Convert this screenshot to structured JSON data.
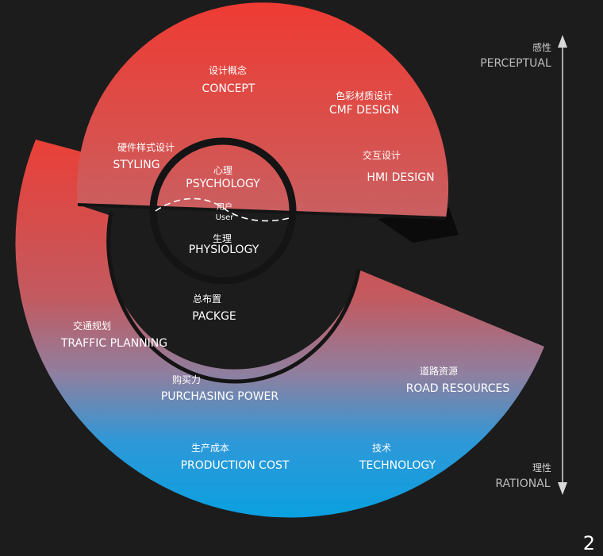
{
  "colors": {
    "background": "#1c1c1c",
    "gradient_top": "#ea4037",
    "gradient_mid": "#8f7f9f",
    "gradient_bottom": "#0aa0e0",
    "ring": "#141414",
    "arrow": "#d8d8d8"
  },
  "axis": {
    "top_zh": "感性",
    "top_en": "PERCEPTUAL",
    "bottom_zh": "理性",
    "bottom_en": "RATIONAL"
  },
  "center": {
    "psychology_zh": "心理",
    "psychology_en": "PSYCHOLOGY",
    "user_zh": "用户",
    "user_en": "User",
    "physiology_zh": "生理",
    "physiology_en": "PHYSIOLOGY"
  },
  "ring": {
    "package_zh": "总布置",
    "package_en": "PACKGE"
  },
  "segments": {
    "concept_zh": "设计概念",
    "concept_en": "CONCEPT",
    "cmf_zh": "色彩材质设计",
    "cmf_en": "CMF DESIGN",
    "styling_zh": "硬件样式设计",
    "styling_en": "STYLING",
    "hmi_zh": "交互设计",
    "hmi_en": "HMI DESIGN",
    "traffic_zh": "交通规划",
    "traffic_en": "TRAFFIC PLANNING",
    "purchasing_zh": "购买力",
    "purchasing_en": "PURCHASING POWER",
    "road_zh": "道路资源",
    "road_en": "ROAD RESOURCES",
    "production_zh": "生产成本",
    "production_en": "PRODUCTION COST",
    "technology_zh": "技术",
    "technology_en": "TECHNOLOGY"
  },
  "page_number": "2"
}
